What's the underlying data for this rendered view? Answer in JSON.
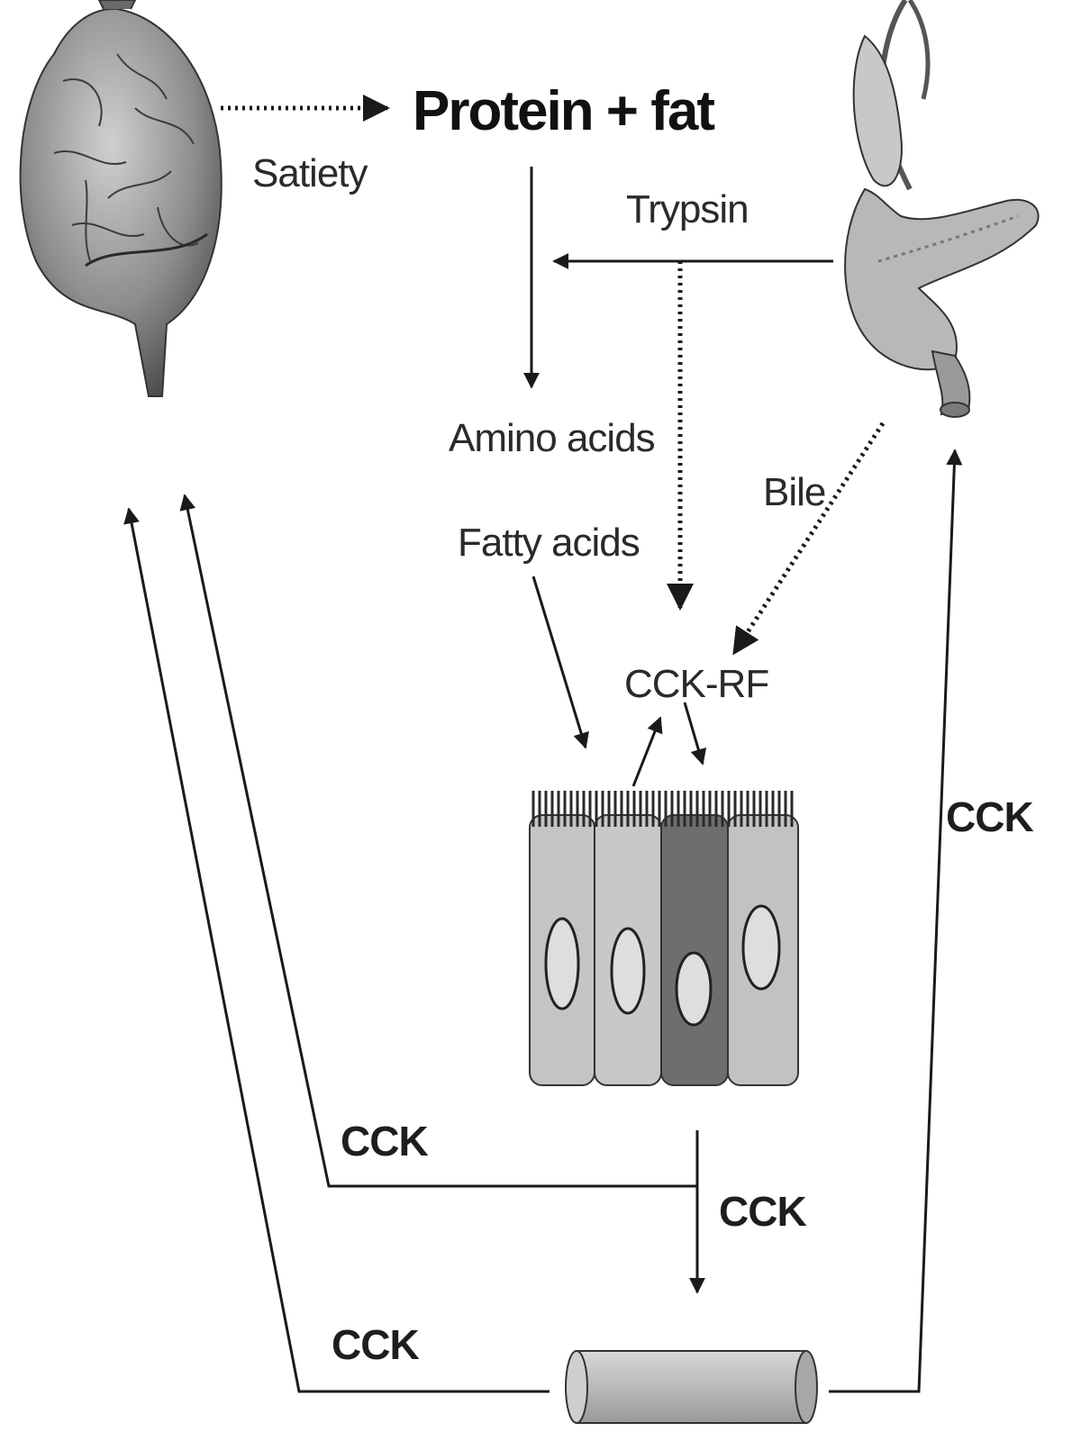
{
  "labels": {
    "protein_fat": "Protein + fat",
    "satiety": "Satiety",
    "trypsin": "Trypsin",
    "amino_acids": "Amino acids",
    "fatty_acids": "Fatty acids",
    "bile": "Bile",
    "cck_rf": "CCK-RF",
    "cck_right": "CCK",
    "cck_upper_left": "CCK",
    "cck_center": "CCK",
    "cck_lower_left": "CCK"
  },
  "colors": {
    "line": "#1a1a1a",
    "cell_light": "#c4c4c4",
    "cell_dark": "#6e6e6e",
    "nucleus": "#dedede",
    "brain": "#8a8a8a",
    "pancreas": "#b8b8b8",
    "vessel": "#bdbdbd"
  },
  "icons": [
    "brain-icon",
    "pancreas-gallbladder-icon",
    "intestinal-cells-icon",
    "blood-vessel-icon"
  ]
}
